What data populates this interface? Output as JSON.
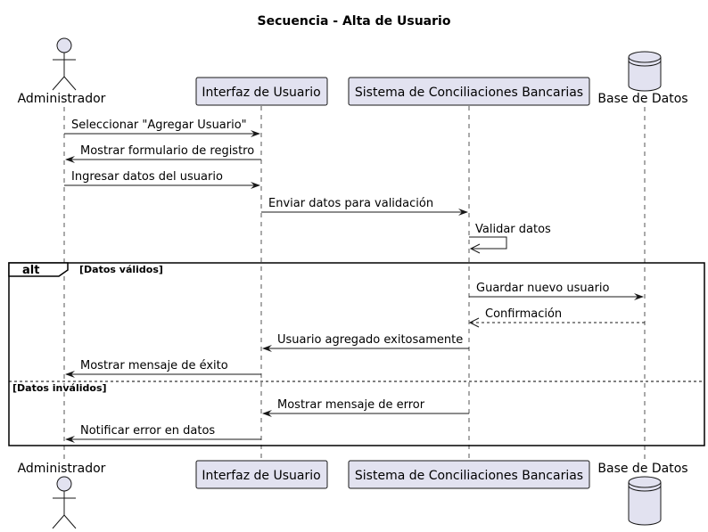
{
  "title": "Secuencia - Alta de Usuario",
  "participants": [
    {
      "id": "admin",
      "label": "Administrador",
      "kind": "actor"
    },
    {
      "id": "ui",
      "label": "Interfaz de Usuario",
      "kind": "participant"
    },
    {
      "id": "sys",
      "label": "Sistema de Conciliaciones Bancarias",
      "kind": "participant"
    },
    {
      "id": "db",
      "label": "Base de Datos",
      "kind": "database"
    }
  ],
  "messages": [
    {
      "from": "admin",
      "to": "ui",
      "label": "Seleccionar \"Agregar Usuario\"",
      "style": "solid"
    },
    {
      "from": "ui",
      "to": "admin",
      "label": "Mostrar formulario de registro",
      "style": "solid"
    },
    {
      "from": "admin",
      "to": "ui",
      "label": "Ingresar datos del usuario",
      "style": "solid"
    },
    {
      "from": "ui",
      "to": "sys",
      "label": "Enviar datos para validación",
      "style": "solid"
    },
    {
      "from": "sys",
      "to": "sys",
      "label": "Validar datos",
      "style": "solid"
    },
    {
      "from": "sys",
      "to": "db",
      "label": "Guardar nuevo usuario",
      "style": "solid"
    },
    {
      "from": "db",
      "to": "sys",
      "label": "Confirmación",
      "style": "dashed"
    },
    {
      "from": "sys",
      "to": "ui",
      "label": "Usuario agregado exitosamente",
      "style": "solid"
    },
    {
      "from": "ui",
      "to": "admin",
      "label": "Mostrar mensaje de éxito",
      "style": "solid"
    },
    {
      "from": "sys",
      "to": "ui",
      "label": "Mostrar mensaje de error",
      "style": "solid"
    },
    {
      "from": "ui",
      "to": "admin",
      "label": "Notificar error en datos",
      "style": "solid"
    }
  ],
  "alt": {
    "keyword": "alt",
    "guard1": "[Datos válidos]",
    "guard2": "[Datos inválidos]"
  }
}
